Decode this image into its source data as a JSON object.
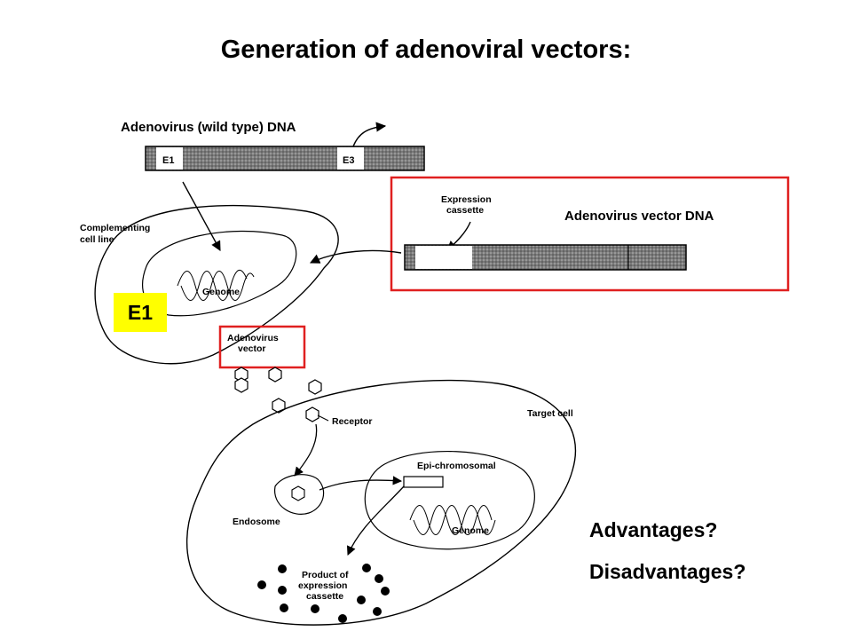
{
  "title": "Generation of adenoviral vectors:",
  "diagram": {
    "wild_type_label": "Adenovirus (wild type) DNA",
    "e1_gene": "E1",
    "e3_gene": "E3",
    "expression_cassette": "Expression cassette",
    "vector_dna_label": "Adenovirus vector DNA",
    "complementing_cell_line": "Complementing cell line",
    "genome_top": "Genome",
    "adenovirus_vector": "Adenovirus vector",
    "receptor": "Receptor",
    "target_cell": "Target cell",
    "epi_chromosomal": "Epi-chromosomal",
    "endosome": "Endosome",
    "genome_bottom": "Genome",
    "product": "Product of expression cassette"
  },
  "e1_highlight": "E1",
  "advantages": "Advantages?",
  "disadvantages": "Disadvantages?",
  "colors": {
    "highlight_box": "#e02020",
    "e1_fill": "#ffff00"
  }
}
